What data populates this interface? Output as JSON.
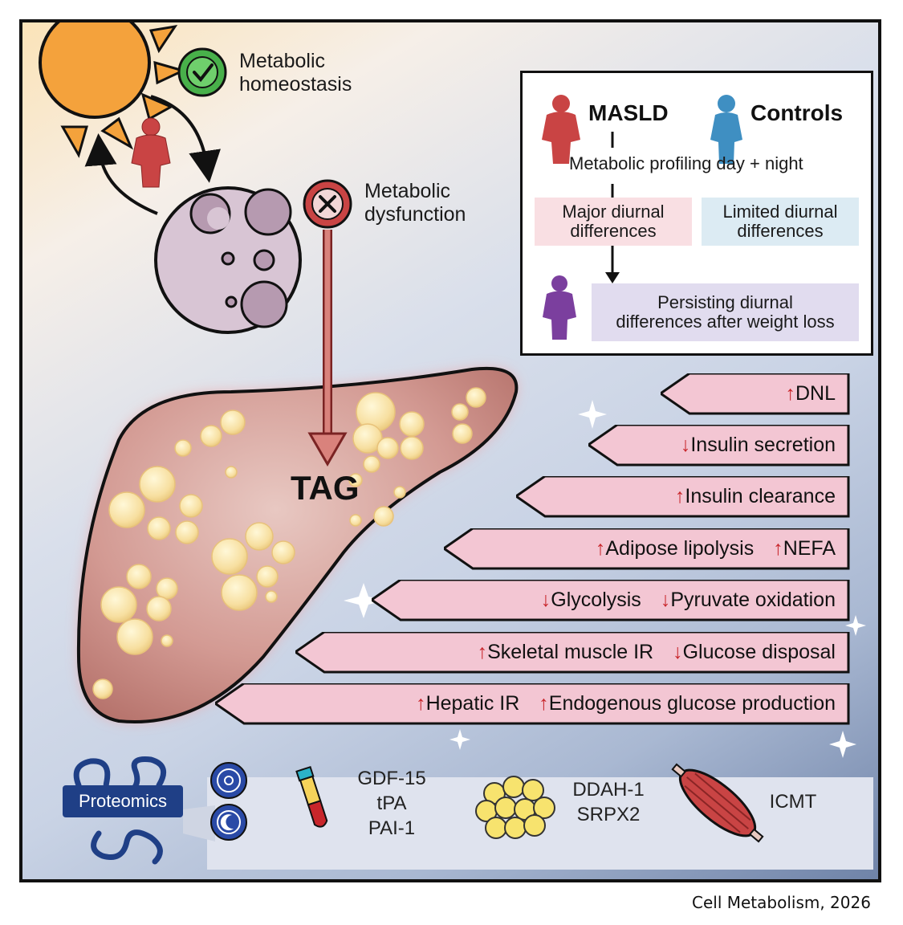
{
  "header": {
    "homeostasis_line1": "Metabolic",
    "homeostasis_line2": "homeostasis",
    "dysfunction_line1": "Metabolic",
    "dysfunction_line2": "dysfunction",
    "tag_label": "TAG"
  },
  "study_box": {
    "group_masld": "MASLD",
    "group_controls": "Controls",
    "profiling": "Metabolic profiling day + night",
    "major_line1": "Major diurnal",
    "major_line2": "differences",
    "limited_line1": "Limited diurnal",
    "limited_line2": "differences",
    "persisting_line1": "Persisting diurnal",
    "persisting_line2": "differences after weight loss",
    "colors": {
      "masld": "#c94444",
      "controls": "#3f8fc2",
      "weight_loss": "#7b3f9e",
      "major_bg": "#f9dfe3",
      "limited_bg": "#dcebf3",
      "persisting_bg": "#e1dcef"
    }
  },
  "findings": [
    {
      "items": [
        {
          "arrow": "↑",
          "text": "DNL"
        }
      ]
    },
    {
      "items": [
        {
          "arrow": "↓",
          "text": "Insulin secretion"
        }
      ]
    },
    {
      "items": [
        {
          "arrow": "↑",
          "text": "Insulin clearance"
        }
      ]
    },
    {
      "items": [
        {
          "arrow": "↑",
          "text": "Adipose lipolysis"
        },
        {
          "arrow": "↑",
          "text": "NEFA"
        }
      ]
    },
    {
      "items": [
        {
          "arrow": "↓",
          "text": "Glycolysis"
        },
        {
          "arrow": "↓",
          "text": "Pyruvate oxidation"
        }
      ]
    },
    {
      "items": [
        {
          "arrow": "↑",
          "text": "Skeletal muscle IR"
        },
        {
          "arrow": "↓",
          "text": "Glucose disposal"
        }
      ]
    },
    {
      "items": [
        {
          "arrow": "↑",
          "text": "Hepatic IR"
        },
        {
          "arrow": "↑",
          "text": "Endogenous glucose production"
        }
      ]
    }
  ],
  "proteomics": {
    "label": "Proteomics",
    "blood_markers": [
      "GDF-15",
      "tPA",
      "PAI-1"
    ],
    "adipose_markers": [
      "DDAH-1",
      "SRPX2"
    ],
    "muscle_marker": "ICMT"
  },
  "credit": "Cell Metabolism, 2026",
  "icons": [
    "sun-icon",
    "check-icon",
    "person-icon",
    "cross-icon",
    "liver-cell-icon",
    "liver-icon",
    "sparkle-icon",
    "sun-day-icon",
    "moon-night-icon",
    "blood-tube-icon",
    "adipose-icon",
    "muscle-icon"
  ],
  "colors": {
    "pill": "#f3c6d3",
    "arrow_red": "#c8262b",
    "proteomics": "#1f3f86"
  }
}
